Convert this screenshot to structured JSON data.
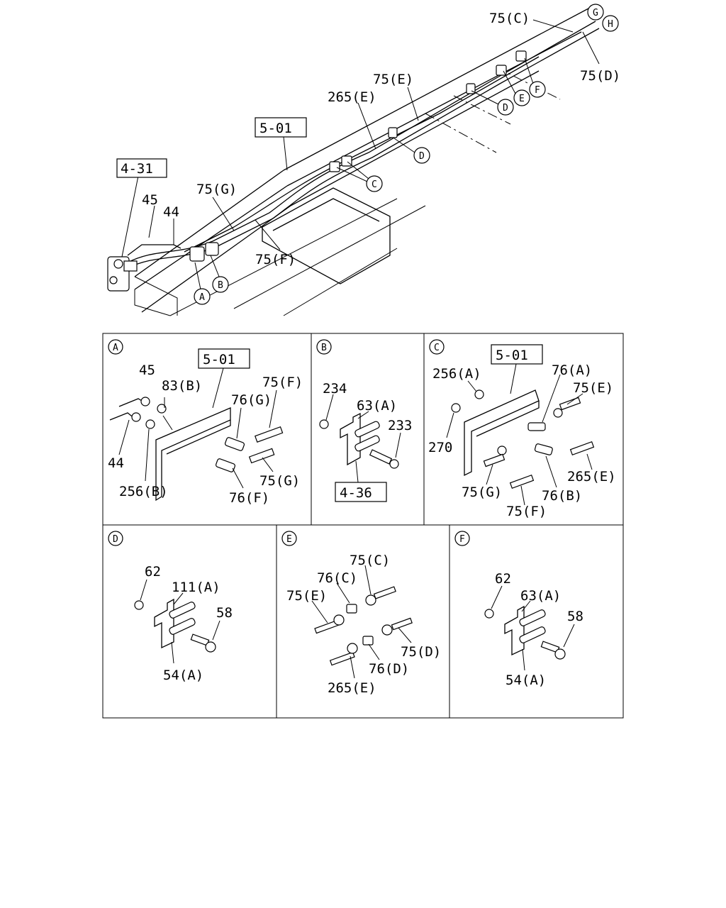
{
  "overview": {
    "refs": {
      "r431": "4-31",
      "r501": "5-01"
    },
    "labels": {
      "l75c": "75(C)",
      "l75d": "75(D)",
      "l75e": "75(E)",
      "l265e": "265(E)",
      "l75g": "75(G)",
      "l75f": "75(F)",
      "l45": "45",
      "l44": "44"
    },
    "callouts": {
      "a": "A",
      "b": "B",
      "c": "C",
      "d1": "D",
      "d2": "D",
      "e": "E",
      "f": "F",
      "g": "G",
      "h": "H"
    }
  },
  "panels": {
    "A": {
      "letter": "A",
      "ref": "5-01",
      "labels": {
        "l45": "45",
        "l83b": "83(B)",
        "l76g": "76(G)",
        "l75f": "75(F)",
        "l44": "44",
        "l256b": "256(B)",
        "l75g": "75(G)",
        "l76f": "76(F)"
      }
    },
    "B": {
      "letter": "B",
      "ref": "4-36",
      "labels": {
        "l234": "234",
        "l63a": "63(A)",
        "l233": "233"
      }
    },
    "C": {
      "letter": "C",
      "ref": "5-01",
      "labels": {
        "l256a": "256(A)",
        "l76a": "76(A)",
        "l75e": "75(E)",
        "l270": "270",
        "l75g": "75(G)",
        "l76b": "76(B)",
        "l265e": "265(E)",
        "l75f": "75(F)"
      }
    },
    "D": {
      "letter": "D",
      "labels": {
        "l62": "62",
        "l111a": "111(A)",
        "l58": "58",
        "l54a": "54(A)"
      }
    },
    "E": {
      "letter": "E",
      "labels": {
        "l75c": "75(C)",
        "l76c": "76(C)",
        "l75e": "75(E)",
        "l75d": "75(D)",
        "l76d": "76(D)",
        "l265e": "265(E)"
      }
    },
    "F": {
      "letter": "F",
      "labels": {
        "l62": "62",
        "l63a": "63(A)",
        "l58": "58",
        "l54a": "54(A)"
      }
    }
  }
}
